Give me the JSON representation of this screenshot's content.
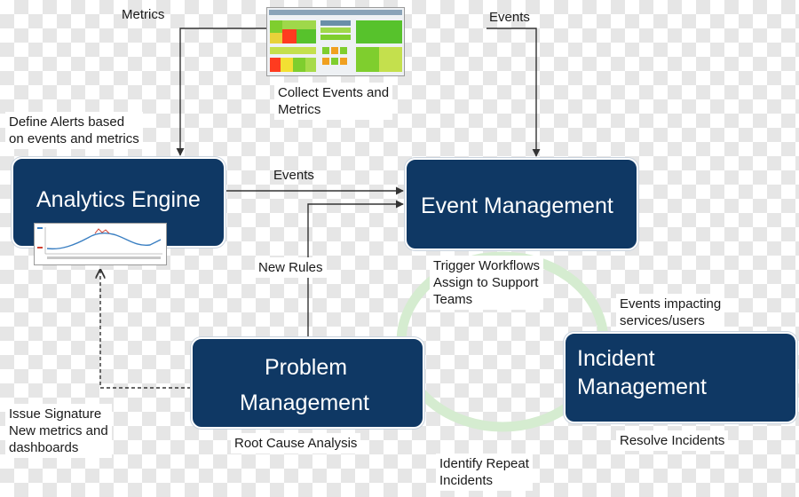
{
  "boxes": {
    "analytics": {
      "title": "Analytics Engine"
    },
    "event": {
      "title": "Event Management"
    },
    "problem": {
      "line1": "Problem",
      "line2": "Management"
    },
    "incident": {
      "line1": "Incident",
      "line2": "Management"
    }
  },
  "labels": {
    "metrics": "Metrics",
    "events_top": "Events",
    "collect": [
      "Collect Events and",
      "Metrics"
    ],
    "define_alerts": [
      "Define Alerts based",
      "on events and metrics"
    ],
    "events_mid": "Events",
    "new_rules": "New Rules",
    "trigger": [
      "Trigger Workflows",
      "Assign to Support",
      "Teams"
    ],
    "events_impacting": [
      "Events impacting",
      "services/users"
    ],
    "issue_signature": [
      "Issue Signature",
      "New metrics and",
      "dashboards"
    ],
    "root_cause": "Root Cause Analysis",
    "identify": [
      "Identify Repeat",
      "Incidents"
    ],
    "resolve": "Resolve Incidents"
  },
  "colors": {
    "box_fill": "#0f3864",
    "cycle_ring": "#d5ecd0",
    "arrow": "#333333"
  },
  "icons": {
    "dashboard_thumbnail": "heatmap-dashboard-screenshot",
    "analytics_thumbnail": "line-chart-screenshot"
  }
}
